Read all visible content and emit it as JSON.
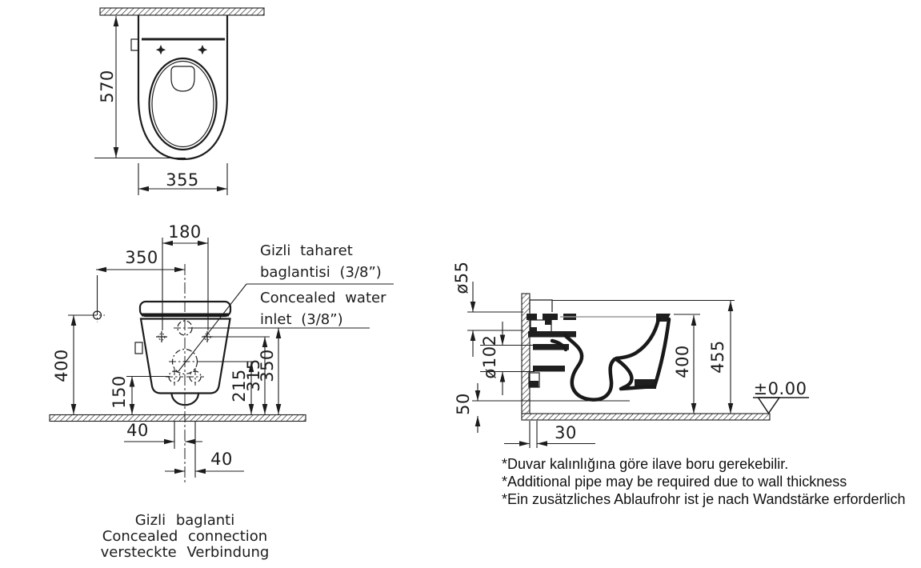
{
  "top_view": {
    "dim_depth": "570",
    "dim_width": "355"
  },
  "front_view": {
    "dim_top_holes": "180",
    "dim_ref_horizontal": "350",
    "dim_ref_height": "400",
    "dim_fixing_holes_height": "150",
    "dim_drain_center_height": "215",
    "dim_side_holes_height": "315",
    "dim_water_inlet_height": "350",
    "dim_left_offset": "40",
    "dim_right_offset": "40",
    "label_inlet_tr": "Gizli taharet baglantisi (3/8”)",
    "label_inlet_en": "Concealed water inlet (3/8”)"
  },
  "side_view": {
    "dim_inlet_diameter": "ø55",
    "dim_drain_diameter": "ø102",
    "dim_drain_height": "50",
    "dim_rim_height": "400",
    "dim_overall_height": "455",
    "dim_wall_clearance": "30",
    "datum_level": "±0.00"
  },
  "caption": {
    "tr": "Gizli baglanti",
    "en": "Concealed connection",
    "de": "versteckte Verbindung"
  },
  "notes": [
    "*Duvar kalınlığına göre ilave boru gerekebilir.",
    "*Additional pipe may be required due to wall thickness",
    "*Ein zusätzliches Ablaufrohr ist je nach Wandstärke erforderlich"
  ]
}
